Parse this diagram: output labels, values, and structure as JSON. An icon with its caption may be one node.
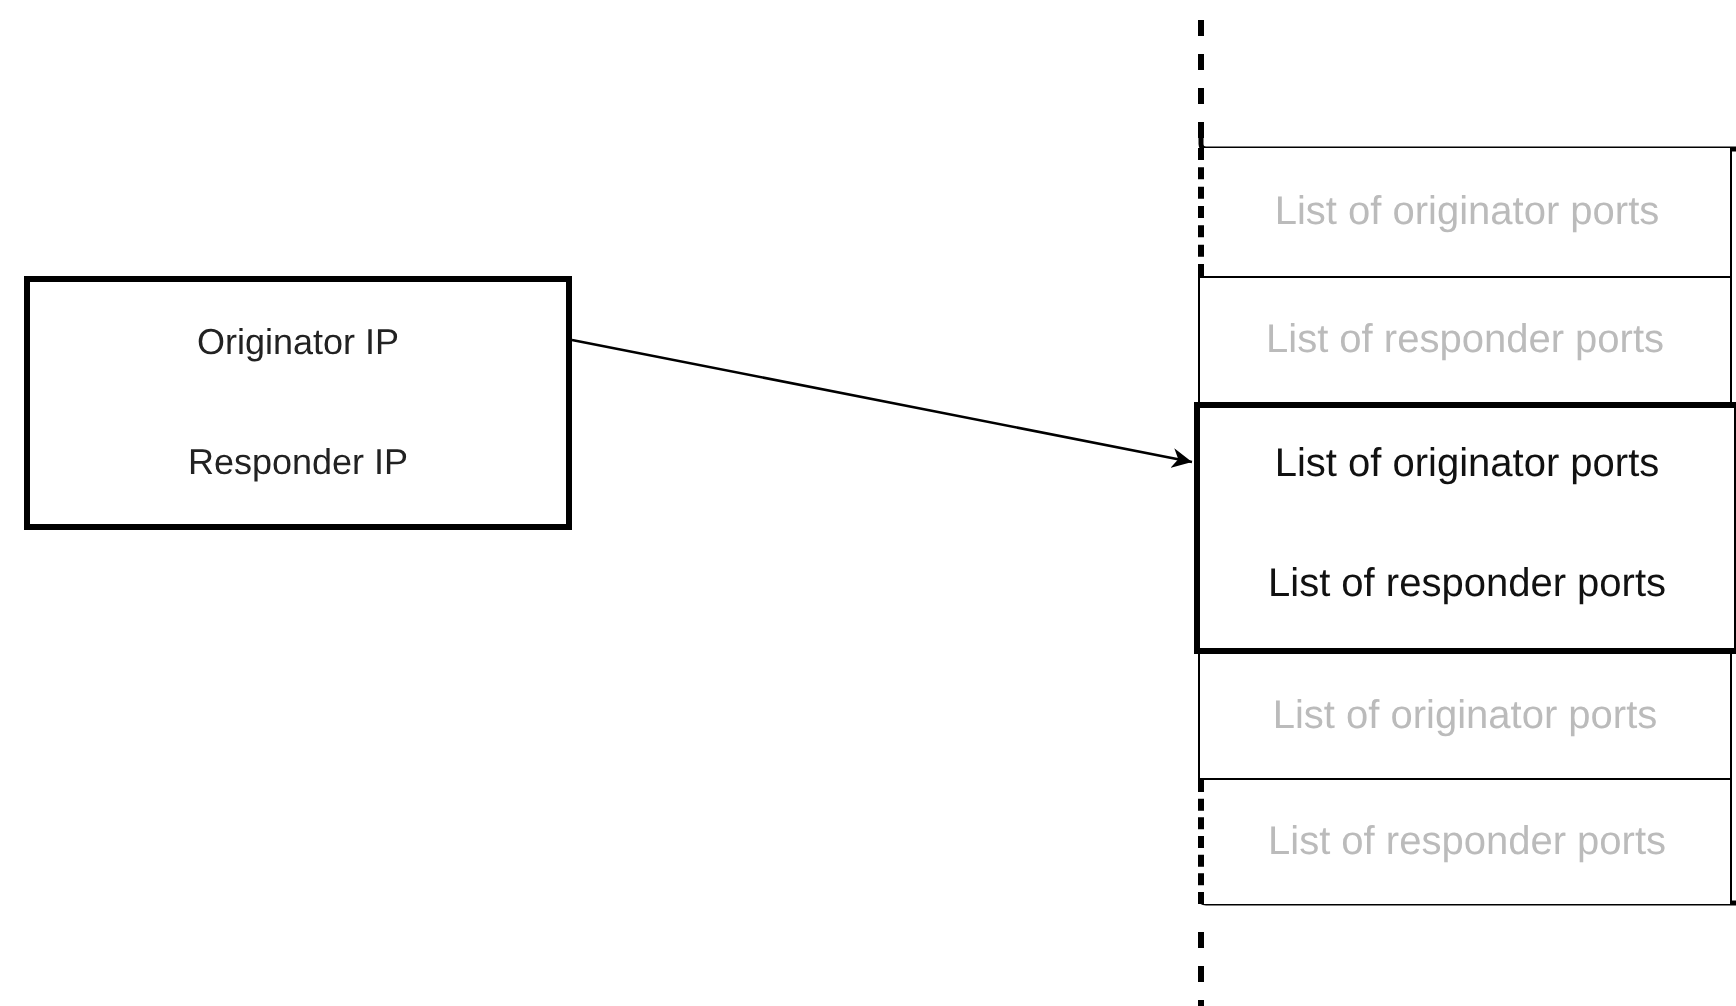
{
  "diagram": {
    "nodes": [
      {
        "text": [
          "Originator IP"
        ]
      },
      {
        "text": [
          "Responder IP"
        ]
      },
      {
        "text": [
          "List of originator ports"
        ]
      },
      {
        "text": [
          "List of responder ports"
        ]
      },
      {
        "text": [
          "List of originator ports"
        ]
      },
      {
        "text": [
          "List of responder ports"
        ]
      },
      {
        "text": [
          "List of originator ports"
        ]
      },
      {
        "text": [
          "List of responder ports"
        ]
      }
    ],
    "edges": [
      {
        "from": 0,
        "to": 4,
        "arrow": "to"
      }
    ]
  }
}
